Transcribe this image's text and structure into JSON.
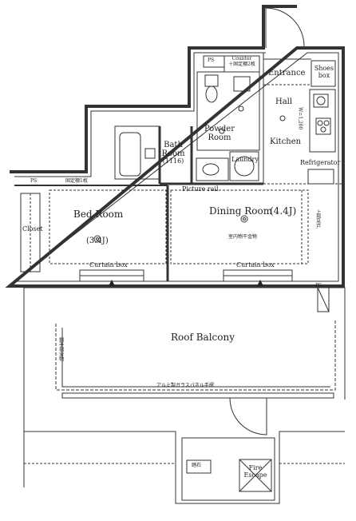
{
  "rooms": {
    "entrance": "Entrance",
    "shoes_box_line1": "Shoes",
    "shoes_box_line2": "box",
    "hall": "Hall",
    "kitchen": "Kitchen",
    "powder_room_line1": "Powder",
    "powder_room_line2": "Room",
    "bath_room_line1": "Bath",
    "bath_room_line2": "Room",
    "bath_size": "(1116)",
    "laundry": "Laundry",
    "refrigerator": "Refrigerator",
    "bed_room": "Bed Room",
    "bed_room_size": "(3.4J)",
    "dining_room": "Dining Room",
    "dining_room_size": "(4.4J)",
    "closet": "Closet",
    "roof_balcony": "Roof Balcony",
    "fire_escape_line1": "Fire",
    "fire_escape_line2": "Escape"
  },
  "labels": {
    "ps": "PS",
    "counter_line1": "Counter",
    "counter_line2": "＋固定棚2枚",
    "fixed_shelf": "固定棚1枚",
    "picture_rail": "Picture rail",
    "curtain_box": "Curtain box",
    "width_note": "W=1,200",
    "ceiling_fixture": "室内物干金物",
    "balcony_rail": "アルミ製ガラスパネル手摺",
    "side_rail": "鋼手摺金物",
    "stepping_stone": "踏石",
    "upper_cabinet": "上部吊戸"
  }
}
